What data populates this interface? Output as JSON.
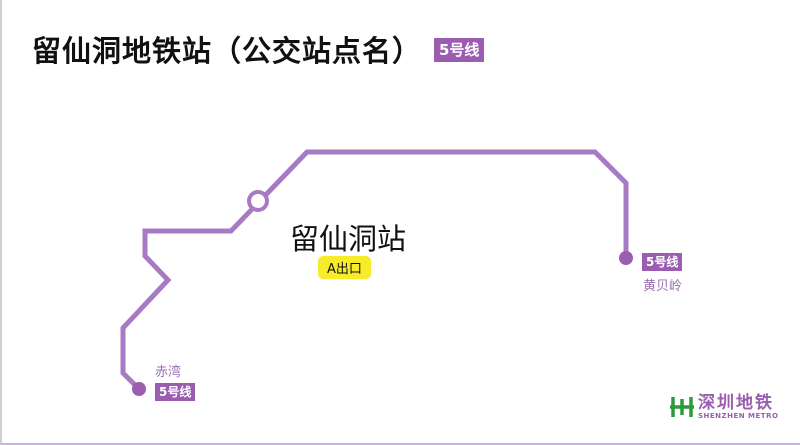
{
  "header": {
    "title": "留仙洞地铁站（公交站点名）",
    "line_badge": "5号线"
  },
  "map": {
    "line_color": "#a87ac4",
    "current_station": "留仙洞站",
    "exit_label": "A出口",
    "terminal_left": {
      "name": "赤湾",
      "line": "5号线"
    },
    "terminal_right": {
      "name": "黄贝岭",
      "line": "5号线"
    }
  },
  "logo": {
    "cn": "深圳地铁",
    "en": "SHENZHEN METRO"
  }
}
